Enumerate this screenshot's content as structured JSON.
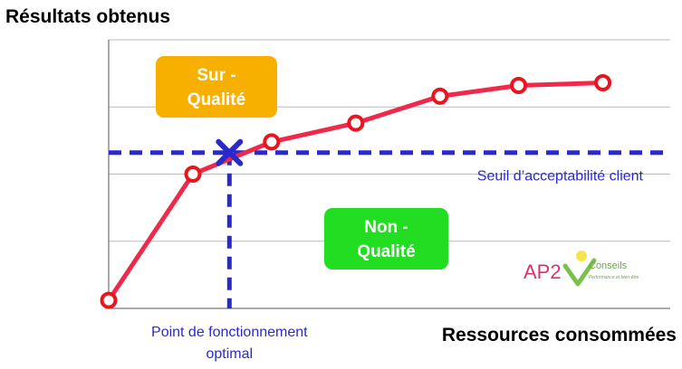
{
  "chart_data": {
    "type": "line",
    "title": "Résultats obtenus",
    "xlabel": "Ressources consommées",
    "ylabel": "Résultats obtenus",
    "xlim": [
      0,
      10
    ],
    "ylim": [
      0,
      10
    ],
    "grid": "horizontal",
    "x": [
      0,
      1.5,
      2.9,
      4.4,
      5.9,
      7.3,
      8.8
    ],
    "y": [
      0.3,
      5.0,
      6.2,
      6.9,
      7.9,
      8.3,
      8.4
    ],
    "line_color": "#f0284a",
    "marker_color": "#e8141e",
    "threshold": {
      "y": 5.8,
      "label": "Seuil d’acceptabilité client",
      "color": "#2a2acc"
    },
    "optimal_point": {
      "x": 2.15,
      "y": 5.8,
      "label_lines": [
        "Point de fonctionnement",
        "optimal"
      ],
      "color": "#2a2acc"
    },
    "zones": {
      "sur": {
        "lines": [
          "Sur -",
          "Qualité"
        ],
        "color": "#f7b000"
      },
      "non": {
        "lines": [
          "Non -",
          "Qualité"
        ],
        "color": "#22dd22"
      }
    }
  },
  "logo": {
    "brand": "AP2",
    "name": "Conseils",
    "tagline": "Performance et bien-être"
  }
}
